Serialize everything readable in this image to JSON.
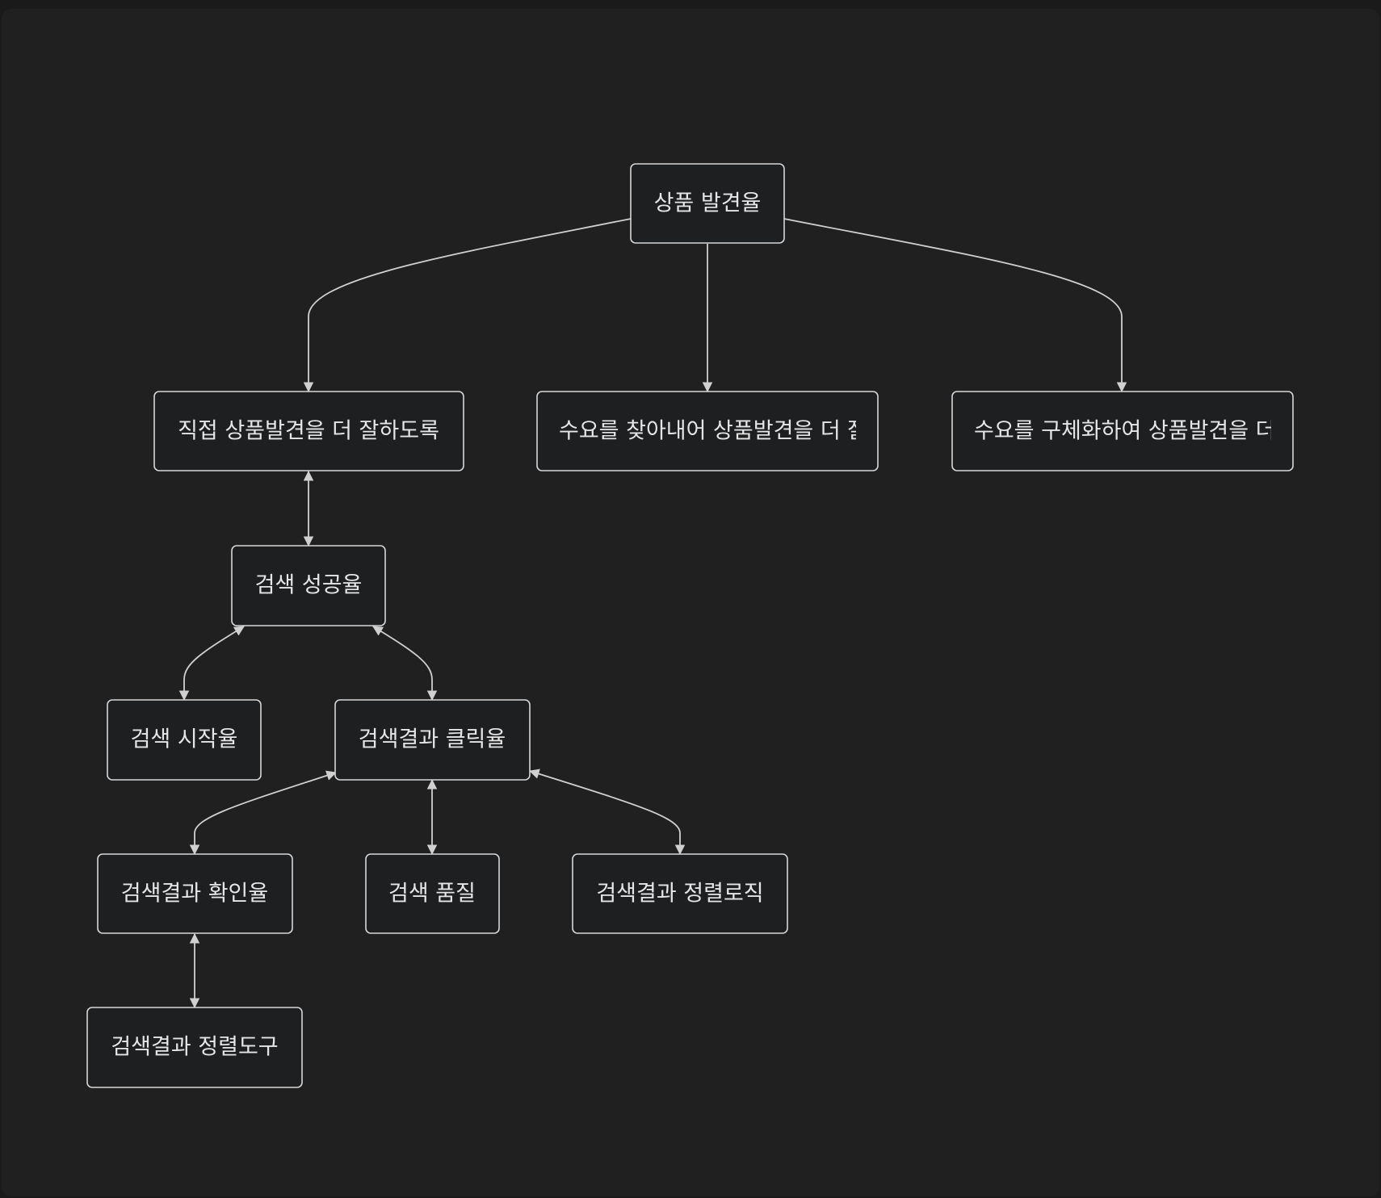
{
  "diagram": {
    "nodes": [
      {
        "id": "root",
        "label": "상품 발견율"
      },
      {
        "id": "direct",
        "label": "직접 상품발견을 더 잘하도록"
      },
      {
        "id": "demand_find",
        "label": "수요를 찾아내어 상품발견을 더 잘하도록"
      },
      {
        "id": "demand_spec",
        "label": "수요를 구체화하여 상품발견을 더 잘하도록"
      },
      {
        "id": "search_success",
        "label": "검색 성공율"
      },
      {
        "id": "search_start",
        "label": "검색 시작율"
      },
      {
        "id": "result_click",
        "label": "검색결과 클릭율"
      },
      {
        "id": "result_view",
        "label": "검색결과 확인율"
      },
      {
        "id": "search_quality",
        "label": "검색 품질"
      },
      {
        "id": "sort_logic",
        "label": "검색결과 정렬로직"
      },
      {
        "id": "sort_tool",
        "label": "검색결과 정렬도구"
      }
    ],
    "edges": [
      {
        "from": "root",
        "to": "direct",
        "direction": "forward"
      },
      {
        "from": "root",
        "to": "demand_find",
        "direction": "forward"
      },
      {
        "from": "root",
        "to": "demand_spec",
        "direction": "forward"
      },
      {
        "from": "direct",
        "to": "search_success",
        "direction": "both"
      },
      {
        "from": "search_success",
        "to": "search_start",
        "direction": "both"
      },
      {
        "from": "search_success",
        "to": "result_click",
        "direction": "both"
      },
      {
        "from": "result_click",
        "to": "result_view",
        "direction": "both"
      },
      {
        "from": "result_click",
        "to": "search_quality",
        "direction": "both"
      },
      {
        "from": "result_click",
        "to": "sort_logic",
        "direction": "both"
      },
      {
        "from": "result_view",
        "to": "sort_tool",
        "direction": "both"
      }
    ]
  }
}
